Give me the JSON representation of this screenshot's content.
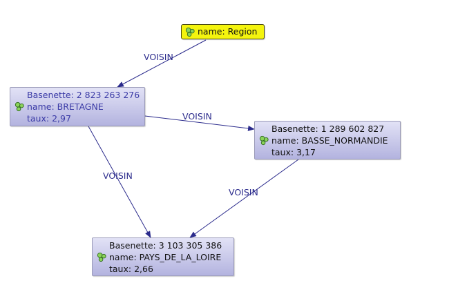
{
  "root": {
    "label": "name: Region"
  },
  "nodes": {
    "bretagne": {
      "basenette": "Basenette: 2 823 263 276",
      "name": "name: BRETAGNE",
      "taux": "taux: 2,97"
    },
    "basse_normandie": {
      "basenette": "Basenette: 1 289 602 827",
      "name": "name: BASSE_NORMANDIE",
      "taux": "taux: 3,17"
    },
    "pays_de_la_loire": {
      "basenette": "Basenette: 3 103 305 386",
      "name": "name: PAYS_DE_LA_LOIRE",
      "taux": "taux: 2,66"
    }
  },
  "edges": {
    "region_bretagne": "VOISIN",
    "bretagne_basse_normandie": "VOISIN",
    "bretagne_pays_de_la_loire": "VOISIN",
    "basse_normandie_pays_de_la_loire": "VOISIN"
  },
  "icon": "node-icon",
  "colors": {
    "edge": "#2b2b8c",
    "node_fill": "#c4c4e8",
    "root_fill": "#f4f40e",
    "selected_text": "#3a3aa6"
  }
}
